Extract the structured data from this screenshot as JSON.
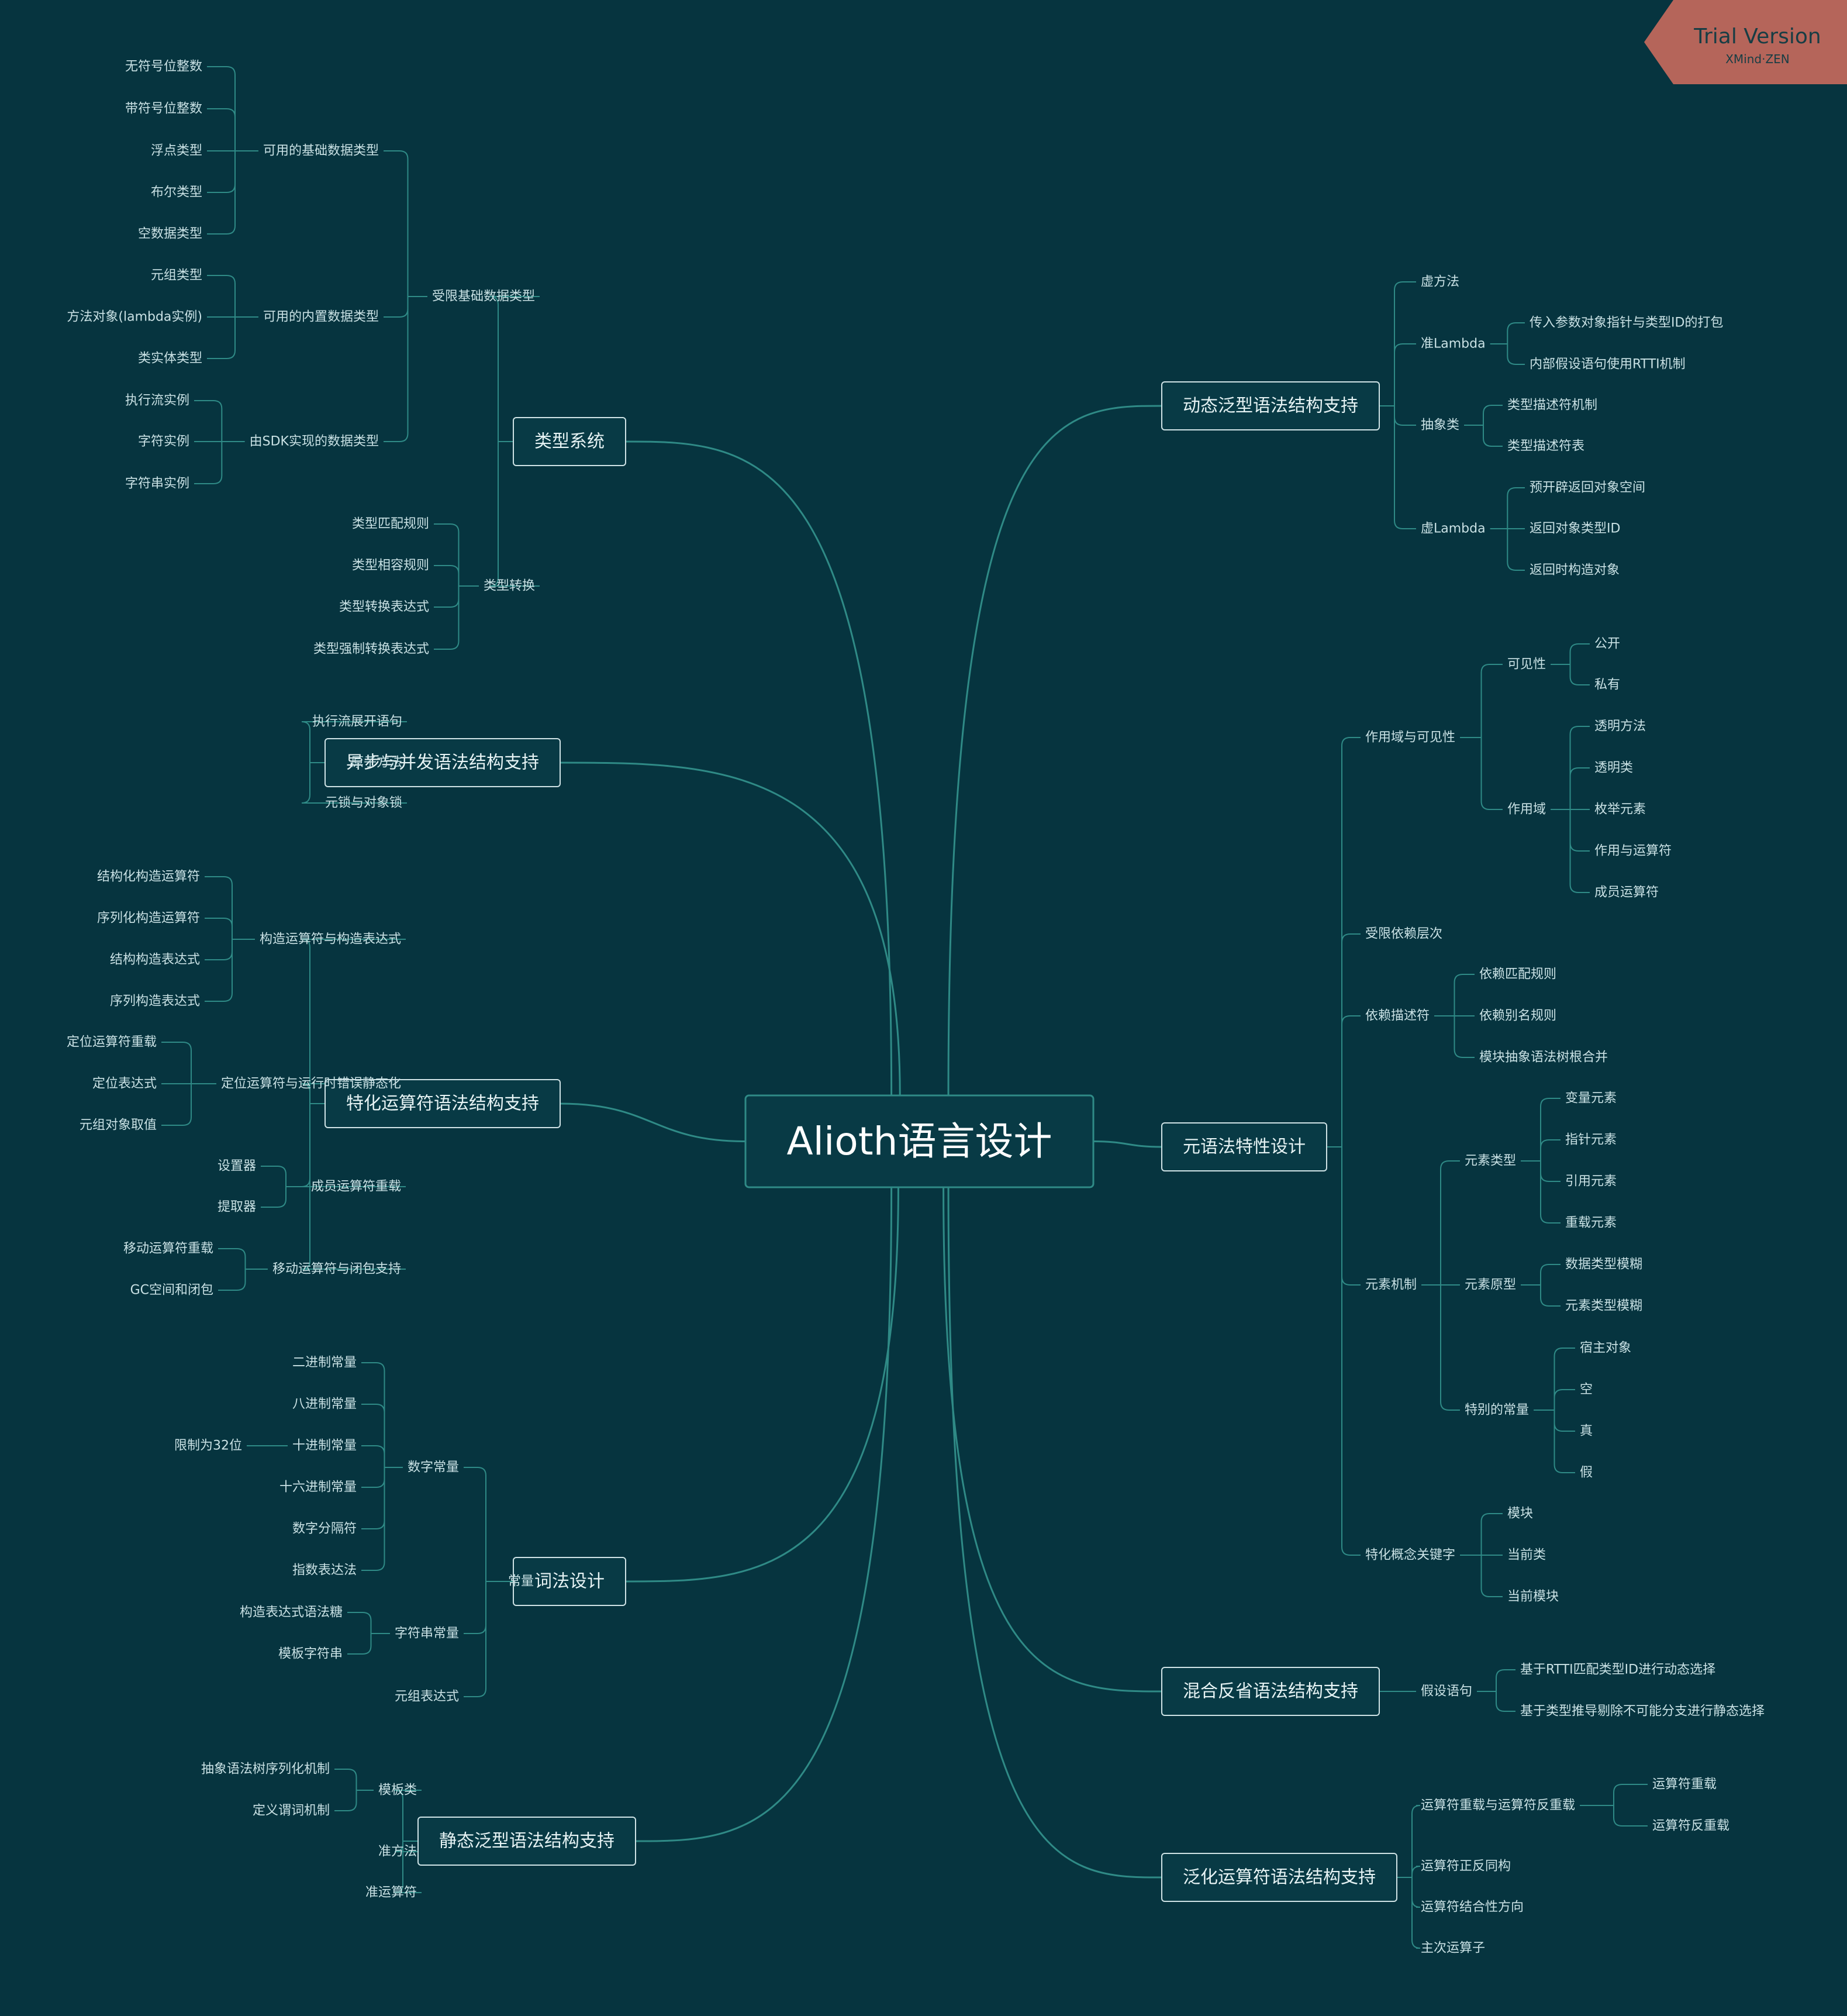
{
  "root": "Alioth语言设计",
  "colors": {
    "background": "#06343f",
    "line": "#2f8a86",
    "box_fill": "#083a45",
    "badge": "#b5655a"
  },
  "watermark": {
    "title": "Trial Version",
    "subtitle": "XMind·ZEN"
  },
  "branches": [
    {
      "label": "类型系统",
      "children": [
        {
          "label": "受限基础数据类型",
          "children": [
            {
              "label": "可用的基础数据类型",
              "children": [
                {
                  "label": "无符号位整数"
                },
                {
                  "label": "带符号位整数"
                },
                {
                  "label": "浮点类型"
                },
                {
                  "label": "布尔类型"
                },
                {
                  "label": "空数据类型"
                }
              ]
            },
            {
              "label": "可用的内置数据类型",
              "children": [
                {
                  "label": "元组类型"
                },
                {
                  "label": "方法对象(lambda实例)"
                },
                {
                  "label": "类实体类型"
                }
              ]
            },
            {
              "label": "由SDK实现的数据类型",
              "children": [
                {
                  "label": "执行流实例"
                },
                {
                  "label": "字符实例"
                },
                {
                  "label": "字符串实例"
                }
              ]
            }
          ]
        },
        {
          "label": "类型转换",
          "children": [
            {
              "label": "类型匹配规则"
            },
            {
              "label": "类型相容规则"
            },
            {
              "label": "类型转换表达式"
            },
            {
              "label": "类型强制转换表达式"
            }
          ]
        }
      ]
    },
    {
      "label": "异步与并发语法结构支持",
      "children": [
        {
          "label": "执行流展开语句"
        },
        {
          "label": "原子方法"
        },
        {
          "label": "元锁与对象锁"
        }
      ]
    },
    {
      "label": "特化运算符语法结构支持",
      "children": [
        {
          "label": "构造运算符与构造表达式",
          "children": [
            {
              "label": "结构化构造运算符"
            },
            {
              "label": "序列化构造运算符"
            },
            {
              "label": "结构构造表达式"
            },
            {
              "label": "序列构造表达式"
            }
          ]
        },
        {
          "label": "定位运算符与运行时错误静态化",
          "children": [
            {
              "label": "定位运算符重载"
            },
            {
              "label": "定位表达式"
            },
            {
              "label": "元组对象取值"
            }
          ]
        },
        {
          "label": "成员运算符重载",
          "children": [
            {
              "label": "设置器"
            },
            {
              "label": "提取器"
            }
          ]
        },
        {
          "label": "移动运算符与闭包支持",
          "children": [
            {
              "label": "移动运算符重载"
            },
            {
              "label": "GC空间和闭包"
            }
          ]
        }
      ]
    },
    {
      "label": "词法设计",
      "children": [
        {
          "label": "常量",
          "children": [
            {
              "label": "数字常量",
              "children": [
                {
                  "label": "二进制常量"
                },
                {
                  "label": "八进制常量"
                },
                {
                  "label": "十进制常量",
                  "children": [
                    {
                      "label": "限制为32位"
                    }
                  ]
                },
                {
                  "label": "十六进制常量"
                },
                {
                  "label": "数字分隔符"
                },
                {
                  "label": "指数表达法"
                }
              ]
            },
            {
              "label": "字符串常量",
              "children": [
                {
                  "label": "构造表达式语法糖"
                },
                {
                  "label": "模板字符串"
                }
              ]
            },
            {
              "label": "元组表达式"
            }
          ]
        }
      ]
    },
    {
      "label": "静态泛型语法结构支持",
      "children": [
        {
          "label": "模板类",
          "children": [
            {
              "label": "抽象语法树序列化机制"
            },
            {
              "label": "定义谓词机制"
            }
          ]
        },
        {
          "label": "准方法"
        },
        {
          "label": "准运算符"
        }
      ]
    },
    {
      "label": "动态泛型语法结构支持",
      "children": [
        {
          "label": "虚方法"
        },
        {
          "label": "准Lambda",
          "children": [
            {
              "label": "传入参数对象指针与类型ID的打包"
            },
            {
              "label": "内部假设语句使用RTTI机制"
            }
          ]
        },
        {
          "label": "抽象类",
          "children": [
            {
              "label": "类型描述符机制"
            },
            {
              "label": "类型描述符表"
            }
          ]
        },
        {
          "label": "虚Lambda",
          "children": [
            {
              "label": "预开辟返回对象空间"
            },
            {
              "label": "返回对象类型ID"
            },
            {
              "label": "返回时构造对象"
            }
          ]
        }
      ]
    },
    {
      "label": "元语法特性设计",
      "children": [
        {
          "label": "作用域与可见性",
          "children": [
            {
              "label": "可见性",
              "children": [
                {
                  "label": "公开"
                },
                {
                  "label": "私有"
                }
              ]
            },
            {
              "label": "作用域",
              "children": [
                {
                  "label": "透明方法"
                },
                {
                  "label": "透明类"
                },
                {
                  "label": "枚举元素"
                },
                {
                  "label": "作用与运算符"
                },
                {
                  "label": "成员运算符"
                }
              ]
            }
          ]
        },
        {
          "label": "受限依赖层次"
        },
        {
          "label": "依赖描述符",
          "children": [
            {
              "label": "依赖匹配规则"
            },
            {
              "label": "依赖别名规则"
            },
            {
              "label": "模块抽象语法树根合并"
            }
          ]
        },
        {
          "label": "元素机制",
          "children": [
            {
              "label": "元素类型",
              "children": [
                {
                  "label": "变量元素"
                },
                {
                  "label": "指针元素"
                },
                {
                  "label": "引用元素"
                },
                {
                  "label": "重载元素"
                }
              ]
            },
            {
              "label": "元素原型",
              "children": [
                {
                  "label": "数据类型模糊"
                },
                {
                  "label": "元素类型模糊"
                }
              ]
            },
            {
              "label": "特别的常量",
              "children": [
                {
                  "label": "宿主对象"
                },
                {
                  "label": "空"
                },
                {
                  "label": "真"
                },
                {
                  "label": "假"
                }
              ]
            }
          ]
        },
        {
          "label": "特化概念关键字",
          "children": [
            {
              "label": "模块"
            },
            {
              "label": "当前类"
            },
            {
              "label": "当前模块"
            }
          ]
        }
      ]
    },
    {
      "label": "混合反省语法结构支持",
      "children": [
        {
          "label": "假设语句",
          "children": [
            {
              "label": "基于RTTI匹配类型ID进行动态选择"
            },
            {
              "label": "基于类型推导剔除不可能分支进行静态选择"
            }
          ]
        }
      ]
    },
    {
      "label": "泛化运算符语法结构支持",
      "children": [
        {
          "label": "运算符重载与运算符反重载",
          "children": [
            {
              "label": "运算符重载"
            },
            {
              "label": "运算符反重载"
            }
          ]
        },
        {
          "label": "运算符正反同构"
        },
        {
          "label": "运算符结合性方向"
        },
        {
          "label": "主次运算子"
        }
      ]
    }
  ]
}
